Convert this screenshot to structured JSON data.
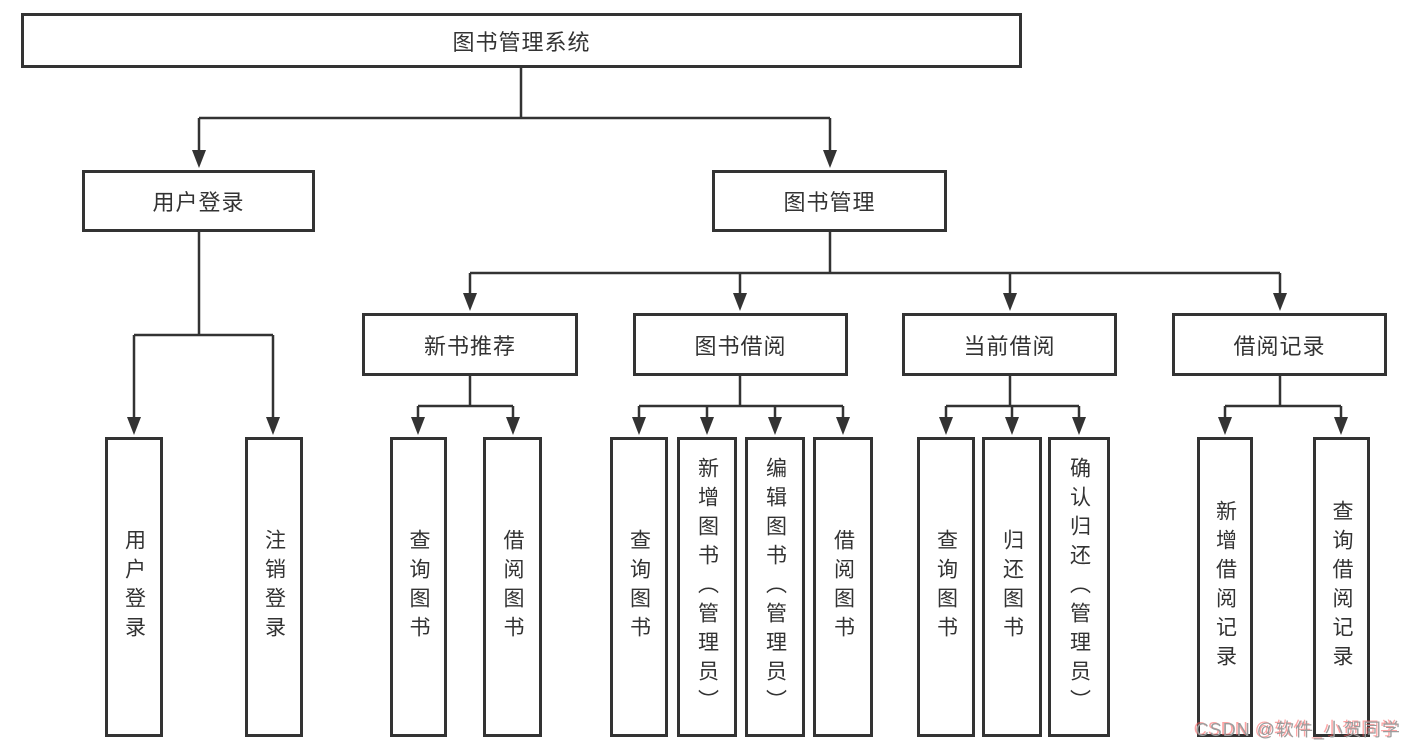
{
  "diagram": {
    "root": {
      "label": "图书管理系统"
    },
    "branches": [
      {
        "label": "用户登录",
        "children": [
          {
            "label": "用户登录"
          },
          {
            "label": "注销登录"
          }
        ]
      },
      {
        "label": "图书管理",
        "children": [
          {
            "label": "新书推荐",
            "children": [
              {
                "label": "查询图书"
              },
              {
                "label": "借阅图书"
              }
            ]
          },
          {
            "label": "图书借阅",
            "children": [
              {
                "label": "查询图书"
              },
              {
                "label": "新增图书（管理员）"
              },
              {
                "label": "编辑图书（管理员）"
              },
              {
                "label": "借阅图书"
              }
            ]
          },
          {
            "label": "当前借阅",
            "children": [
              {
                "label": "查询图书"
              },
              {
                "label": "归还图书"
              },
              {
                "label": "确认归还（管理员）"
              }
            ]
          },
          {
            "label": "借阅记录",
            "children": [
              {
                "label": "新增借阅记录"
              },
              {
                "label": "查询借阅记录"
              }
            ]
          }
        ]
      }
    ]
  },
  "watermark": {
    "text": "CSDN @软件_小贺同学"
  },
  "colors": {
    "line": "#333333",
    "box_border": "#333333",
    "text": "#333333",
    "background": "#ffffff",
    "watermark_gray": "#9c9c9c",
    "watermark_red": "#fc5a5a"
  }
}
